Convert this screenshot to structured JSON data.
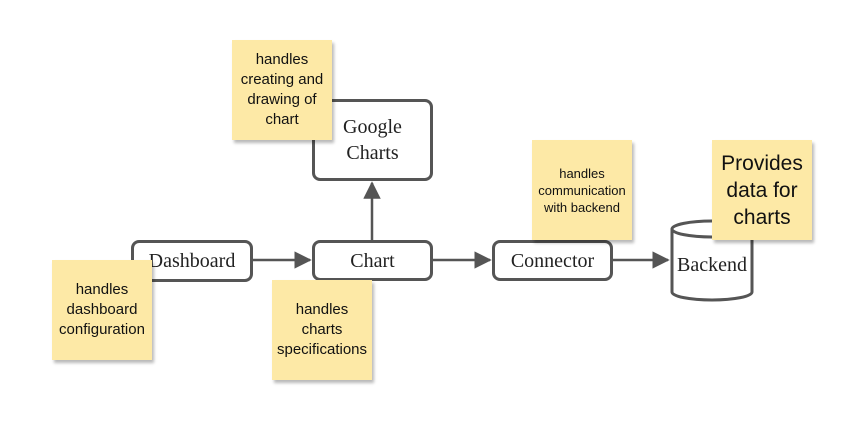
{
  "colors": {
    "stroke": "#555555",
    "note_fill": "#fde9a6",
    "background": "#ffffff"
  },
  "nodes": {
    "dashboard": "Dashboard",
    "chart": "Chart",
    "google_charts": "Google Charts",
    "connector": "Connector",
    "backend": "Backend"
  },
  "notes": {
    "dashboard": "handles dashboard configuration",
    "chart": "handles charts specifications",
    "google_charts": "handles creating and drawing of chart",
    "connector": "handles communication with backend",
    "backend": "Provides data for charts"
  },
  "edges": [
    {
      "from": "Dashboard",
      "to": "Chart"
    },
    {
      "from": "Chart",
      "to": "Google Charts"
    },
    {
      "from": "Chart",
      "to": "Connector"
    },
    {
      "from": "Connector",
      "to": "Backend"
    }
  ]
}
